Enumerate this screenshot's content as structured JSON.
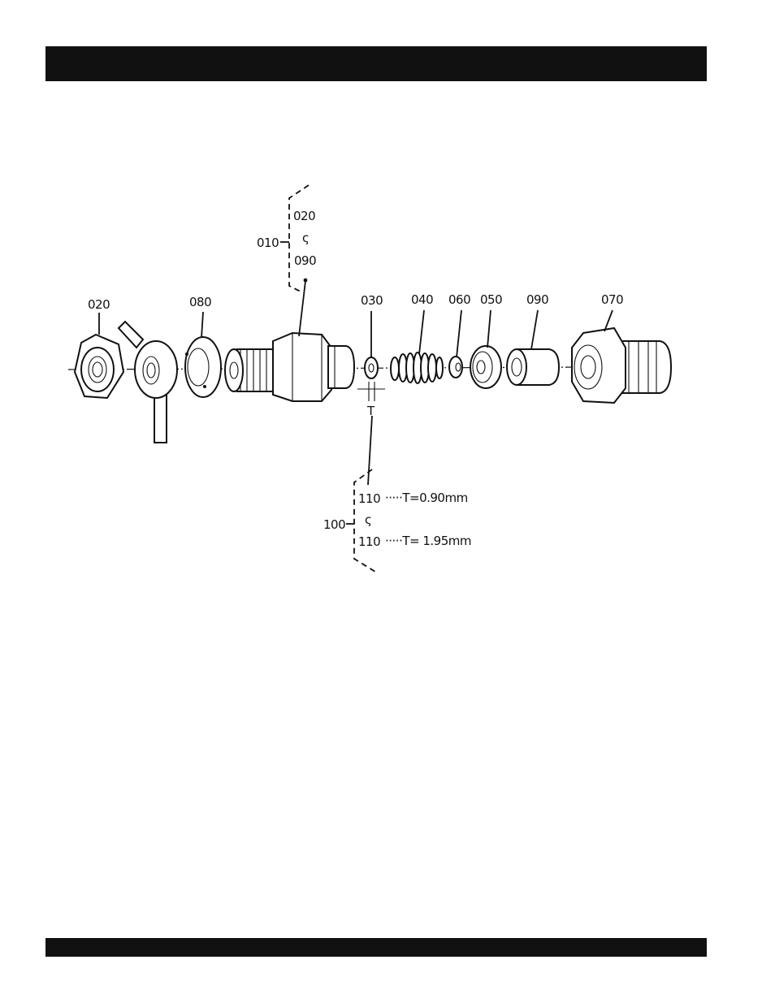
{
  "diagram": {
    "labels": {
      "p020": "020",
      "p080": "080",
      "p010": "010",
      "g020": "020",
      "g090": "090",
      "tilde_top": "ς",
      "p030": "030",
      "p040": "040",
      "p060": "060",
      "p050": "050",
      "p090": "090",
      "p070": "070",
      "t": "T",
      "p100": "100",
      "p110a": "110",
      "p110b": "110",
      "tilde_bottom": "ς",
      "shim_min": "·····T=0.90mm",
      "shim_max": "·····T= 1.95mm"
    }
  }
}
